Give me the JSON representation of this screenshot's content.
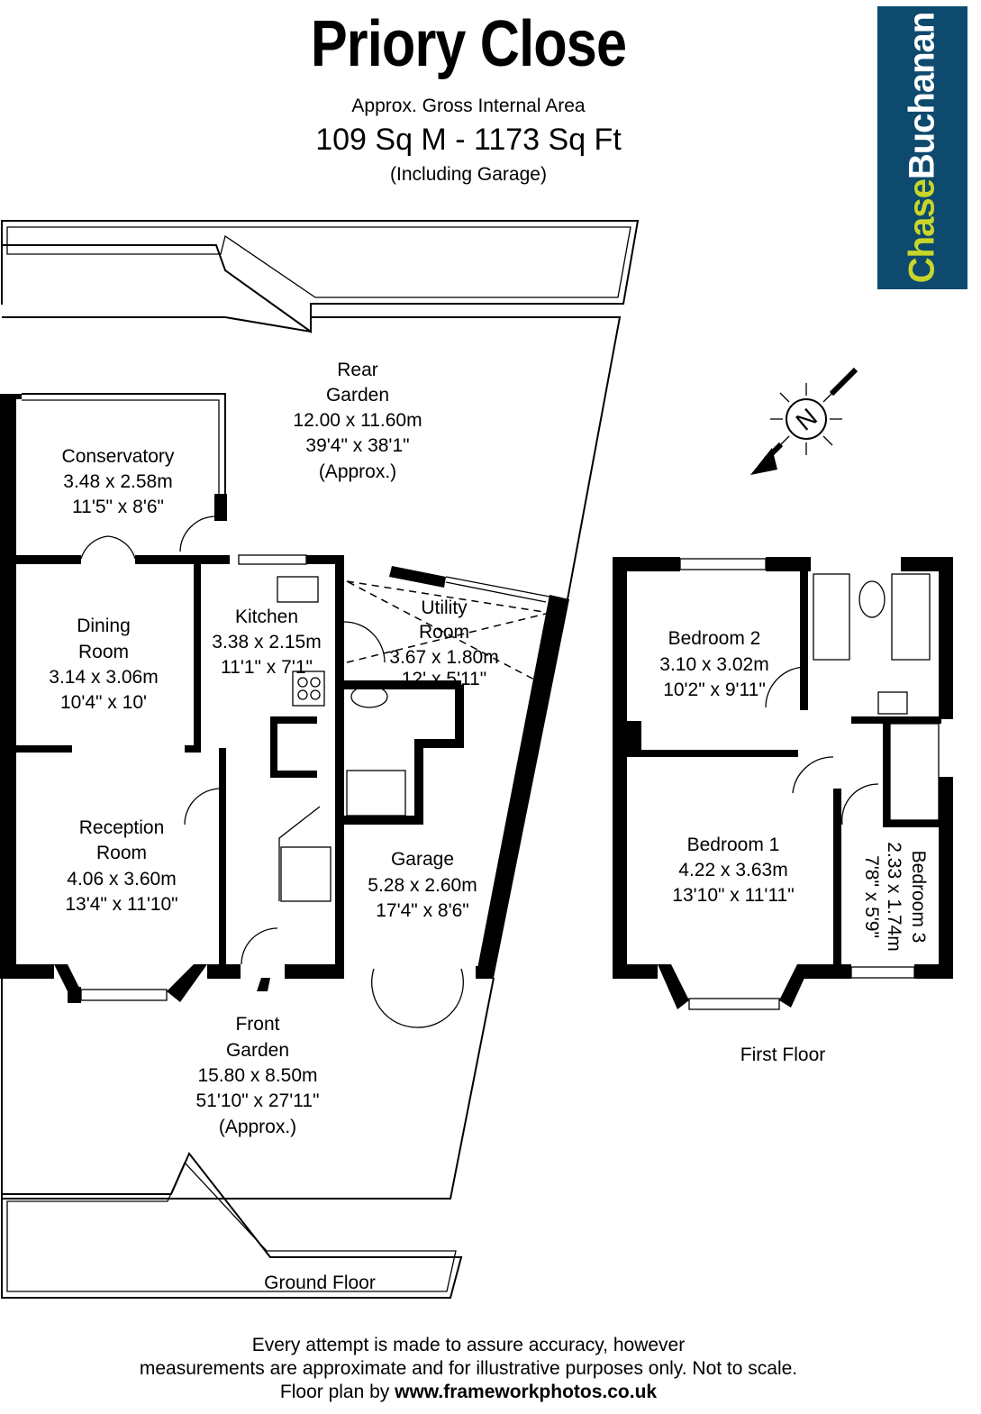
{
  "header": {
    "title": "Priory Close",
    "area_label": "Approx. Gross Internal Area",
    "area_value": "109 Sq M  -  1173 Sq Ft",
    "area_note": "(Including Garage)"
  },
  "logo": {
    "part1": "Chase",
    "part2": "Buchanan",
    "colors": {
      "background": "#0d4a6e",
      "chase": "#c8d62b",
      "buchanan": "#ffffff"
    }
  },
  "ground_floor": {
    "label": "Ground Floor",
    "rooms": [
      {
        "name": [
          "Rear",
          "Garden"
        ],
        "dims": [
          "12.00 x 11.60m",
          "39'4\" x 38'1\"",
          "(Approx.)"
        ]
      },
      {
        "name": [
          "Conservatory"
        ],
        "dims": [
          "3.48 x 2.58m",
          "11'5\" x 8'6\""
        ]
      },
      {
        "name": [
          "Dining",
          "Room"
        ],
        "dims": [
          "3.14 x 3.06m",
          "10'4\" x 10'"
        ]
      },
      {
        "name": [
          "Kitchen"
        ],
        "dims": [
          "3.38 x 2.15m",
          "11'1\" x 7'1\""
        ]
      },
      {
        "name": [
          "Utility",
          "Room"
        ],
        "dims": [
          "3.67 x 1.80m",
          "12' x 5'11\""
        ]
      },
      {
        "name": [
          "Reception",
          "Room"
        ],
        "dims": [
          "4.06 x 3.60m",
          "13'4\" x 11'10\""
        ]
      },
      {
        "name": [
          "Garage"
        ],
        "dims": [
          "5.28 x 2.60m",
          "17'4\" x 8'6\""
        ]
      },
      {
        "name": [
          "Front",
          "Garden"
        ],
        "dims": [
          "15.80 x 8.50m",
          "51'10\" x 27'11\"",
          "(Approx.)"
        ]
      }
    ]
  },
  "first_floor": {
    "label": "First Floor",
    "rooms": [
      {
        "name": [
          "Bedroom 2"
        ],
        "dims": [
          "3.10 x 3.02m",
          "10'2\" x 9'11\""
        ]
      },
      {
        "name": [
          "Bedroom 1"
        ],
        "dims": [
          "4.22 x 3.63m",
          "13'10\" x 11'11\""
        ]
      },
      {
        "name": [
          "Bedroom 3"
        ],
        "dims": [
          "2.33 x 1.74m",
          "7'8\" x 5'9\""
        ]
      }
    ]
  },
  "compass": {
    "letter": "N",
    "icon": "north-arrow-icon"
  },
  "footer": {
    "line1": "Every attempt is made to assure accuracy, however",
    "line2": "measurements are approximate and for illustrative purposes only. Not to scale.",
    "line3_prefix": "Floor plan by ",
    "line3_link": "www.frameworkphotos.co.uk"
  }
}
